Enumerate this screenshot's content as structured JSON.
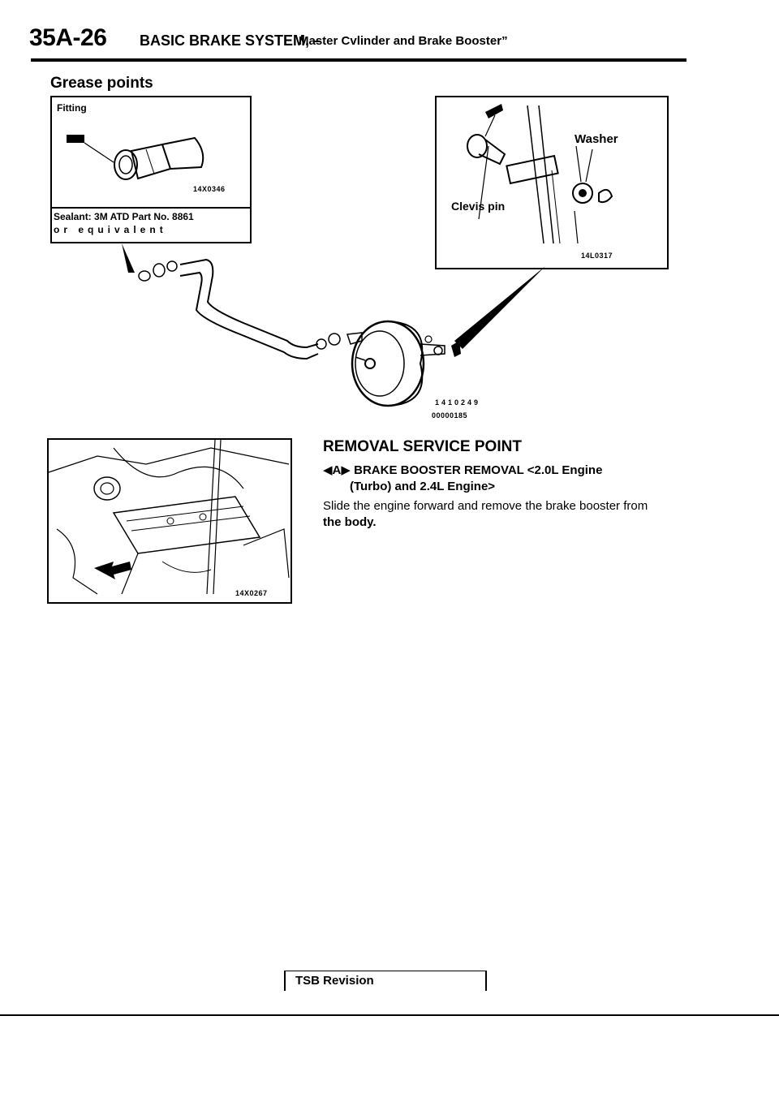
{
  "header": {
    "section_code": "35A-26",
    "title": "BASIC BRAKE SYSTEM, –",
    "subtitle": "Master Cvlinder and Brake Booster”"
  },
  "grease_points": {
    "heading": "Grease points",
    "fitting_label": "Fitting",
    "fitting_figure_code": "14X0346",
    "sealant_line1": "Sealant: 3M ATD Part No. 8861",
    "sealant_line2": "or equivalent"
  },
  "clevis_inset": {
    "washer_label": "Washer",
    "clevis_pin_label": "Clevis pin",
    "figure_code": "14L0317"
  },
  "booster_figure": {
    "code_line1": "1410249",
    "code_line2": "00000185"
  },
  "engine_figure": {
    "figure_code": "14X0267"
  },
  "service_point": {
    "heading": "REMOVAL SERVICE POINT",
    "marker": "A",
    "step_line1": "BRAKE BOOSTER REMOVAL <2.0L Engine",
    "step_line2": "(Turbo) and 2.4L Engine>",
    "body": "Slide the engine forward and remove the brake booster from",
    "body_end": "the body."
  },
  "footer": {
    "tsb": "TSB Revision"
  }
}
